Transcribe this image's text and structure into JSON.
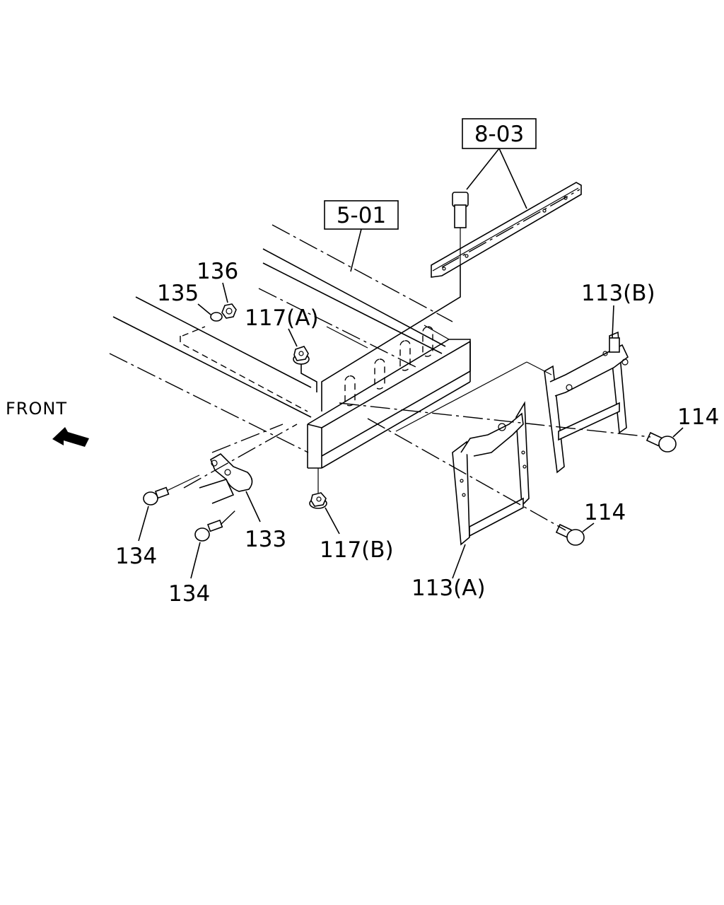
{
  "refs": {
    "r803": "8-03",
    "r501": "5-01"
  },
  "callouts": {
    "c136": "136",
    "c135": "135",
    "c117a": "117(A)",
    "c113b": "113(B)",
    "c114_right": "114",
    "c114_mid": "114",
    "c133": "133",
    "c134_top": "134",
    "c134_bottom": "134",
    "c117b": "117(B)",
    "c113a": "113(A)"
  },
  "direction": {
    "label": "FRONT",
    "arrow_icon": "front-arrow-icon"
  }
}
